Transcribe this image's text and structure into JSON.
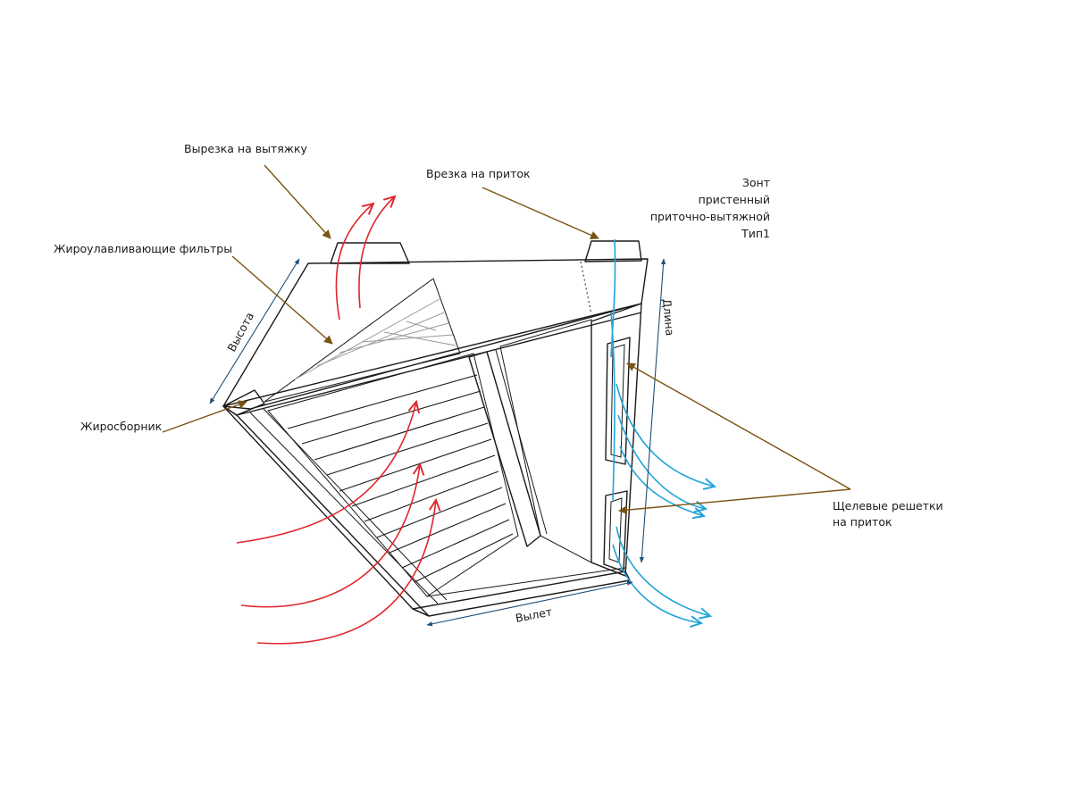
{
  "title": {
    "lines": [
      "Зонт",
      "пристенный",
      "приточно-вытяжной",
      "Тип1"
    ]
  },
  "labels": {
    "exhaust_cutout": "Вырезка на вытяжку",
    "supply_inlet": "Врезка на приток",
    "grease_filters": "Жироулавливающие фильтры",
    "grease_collector": "Жиросборник",
    "slot_grilles_line1": "Щелевые решетки",
    "slot_grilles_line2": "на приток"
  },
  "dimensions": {
    "height": "Высота",
    "length": "Длина",
    "depth": "Вылет"
  },
  "colors": {
    "exhaust_flow": "#e0262c",
    "supply_flow": "#22a3d9",
    "leader": "#7a5410",
    "dimension": "#1d4e79",
    "outline": "#1a1a1a"
  }
}
